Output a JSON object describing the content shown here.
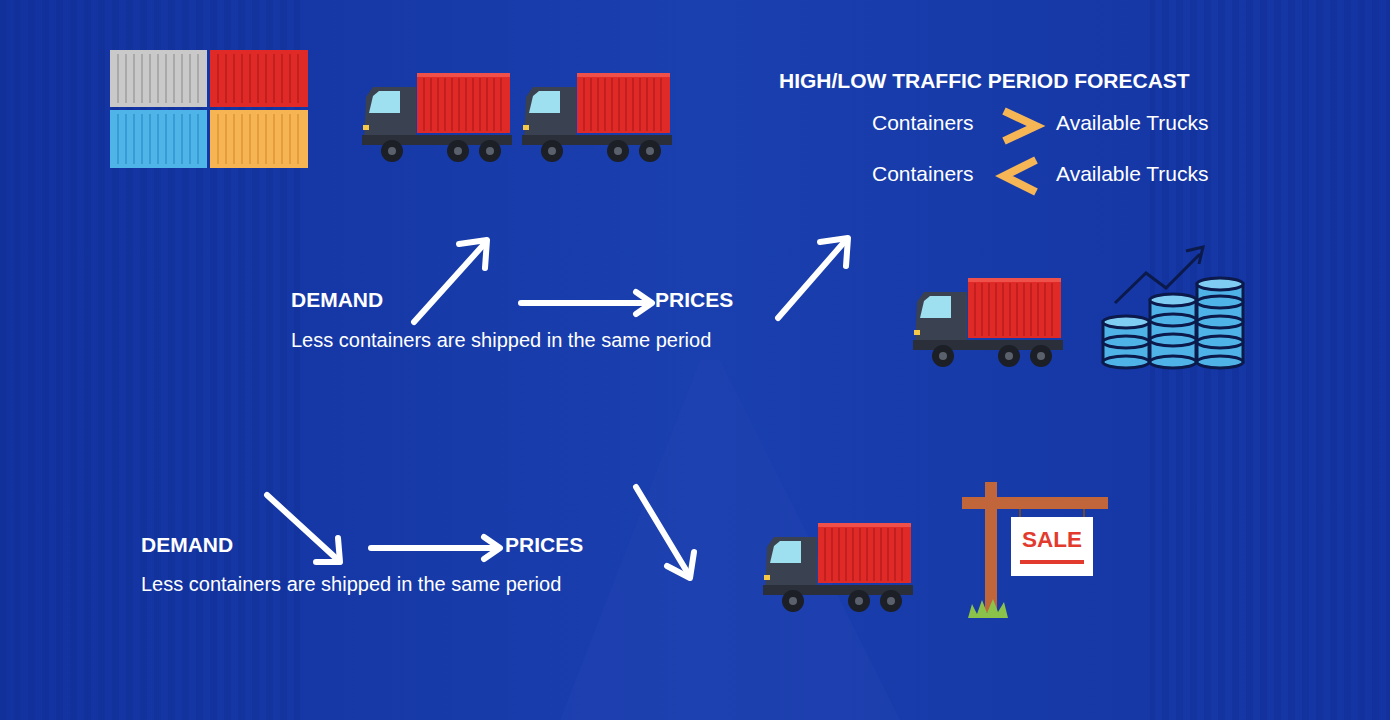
{
  "diagram": {
    "title": "HIGH/LOW TRAFFIC PERIOD FORECAST",
    "labels": [
      "Containers",
      "Available Trucks",
      "Containers",
      "Available Trucks",
      "DEMAND",
      "PRICES",
      "Less containers are shipped in the same period",
      "DEMAND",
      "PRICES",
      "Less containers are shipped in the same period",
      "SALE"
    ]
  }
}
